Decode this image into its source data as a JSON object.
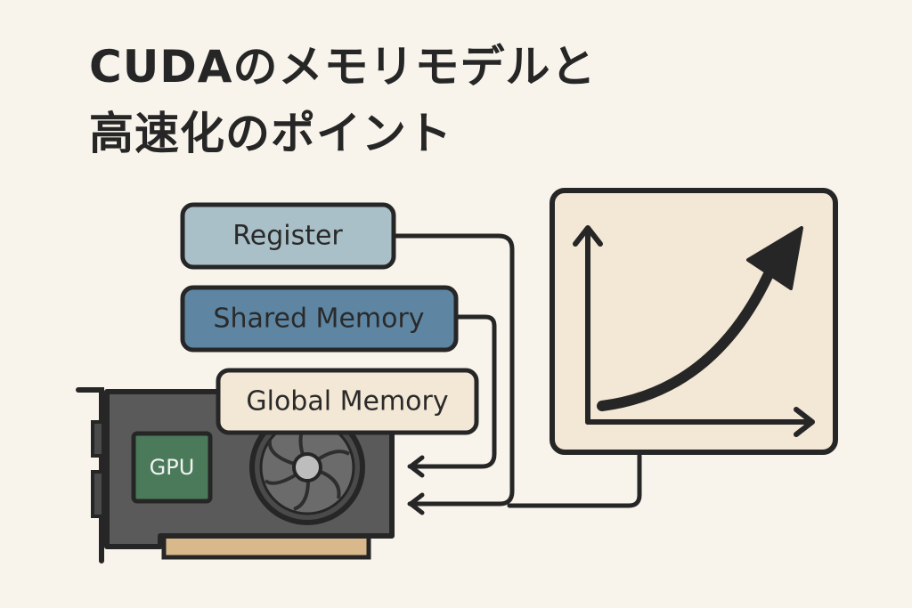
{
  "title": {
    "line1": "CUDAのメモリモデルと",
    "line2": "高速化のポイント"
  },
  "memory": {
    "register": "Register",
    "shared": "Shared Memory",
    "global": "Global Memory"
  },
  "gpu": {
    "chip_label": "GPU"
  },
  "colors": {
    "background": "#f8f4ec",
    "register": "#a9c0c8",
    "shared": "#5e86a3",
    "global": "#f3e7d5",
    "gpu_board": "#5a5a5a",
    "gpu_chip": "#4b7a5b",
    "graph_panel": "#f3e7d5",
    "outline": "#262626"
  },
  "icons": {
    "performance": "upward-curve-arrow-icon",
    "fan": "fan-icon"
  }
}
